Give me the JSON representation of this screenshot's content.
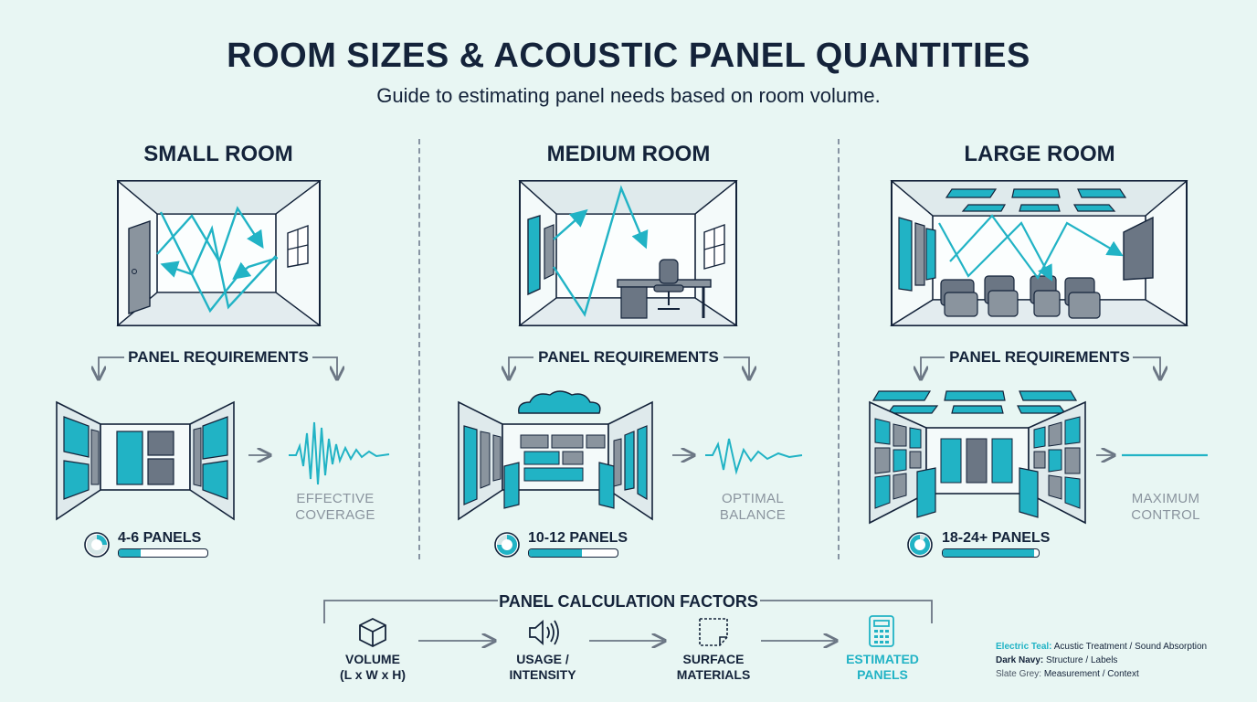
{
  "title": "ROOM SIZES & ACOUSTIC PANEL QUANTITIES",
  "subtitle": "Guide to estimating panel needs based on room volume.",
  "rooms": [
    {
      "title": "SMALL ROOM",
      "requirements": "PANEL REQUIREMENTS",
      "effect_line1": "EFFECTIVE",
      "effect_line2": "COVERAGE",
      "count": "4-6 PANELS",
      "fill": 0.25
    },
    {
      "title": "MEDIUM ROOM",
      "requirements": "PANEL REQUIREMENTS",
      "effect_line1": "OPTIMAL",
      "effect_line2": "BALANCE",
      "count": "10-12 PANELS",
      "fill": 0.6
    },
    {
      "title": "LARGE ROOM",
      "requirements": "PANEL REQUIREMENTS",
      "effect_line1": "MAXIMUM",
      "effect_line2": "CONTROL",
      "count": "18-24+ PANELS",
      "fill": 0.95
    }
  ],
  "factors": {
    "title": "PANEL CALCULATION FACTORS",
    "items": [
      {
        "line1": "VOLUME",
        "line2": "(L x W x H)",
        "icon": "cube-icon"
      },
      {
        "line1": "USAGE /",
        "line2": "INTENSITY",
        "icon": "speaker-icon"
      },
      {
        "line1": "SURFACE",
        "line2": "MATERIALS",
        "icon": "surface-icon"
      },
      {
        "line1": "ESTIMATED",
        "line2": "PANELS",
        "icon": "calculator-icon"
      }
    ]
  },
  "legend": {
    "teal_name": "Electric Teal:",
    "teal_desc": "Acustic Treatment / Sound Absorption",
    "navy_name": "Dark Navy:",
    "navy_desc": "Structure / Labels",
    "grey_name": "Slate Grey:",
    "grey_desc": "Measurement / Context"
  },
  "colors": {
    "teal": "#21b3c5",
    "navy": "#14233a",
    "slate": "#7b8794",
    "background": "#e8f6f3"
  }
}
